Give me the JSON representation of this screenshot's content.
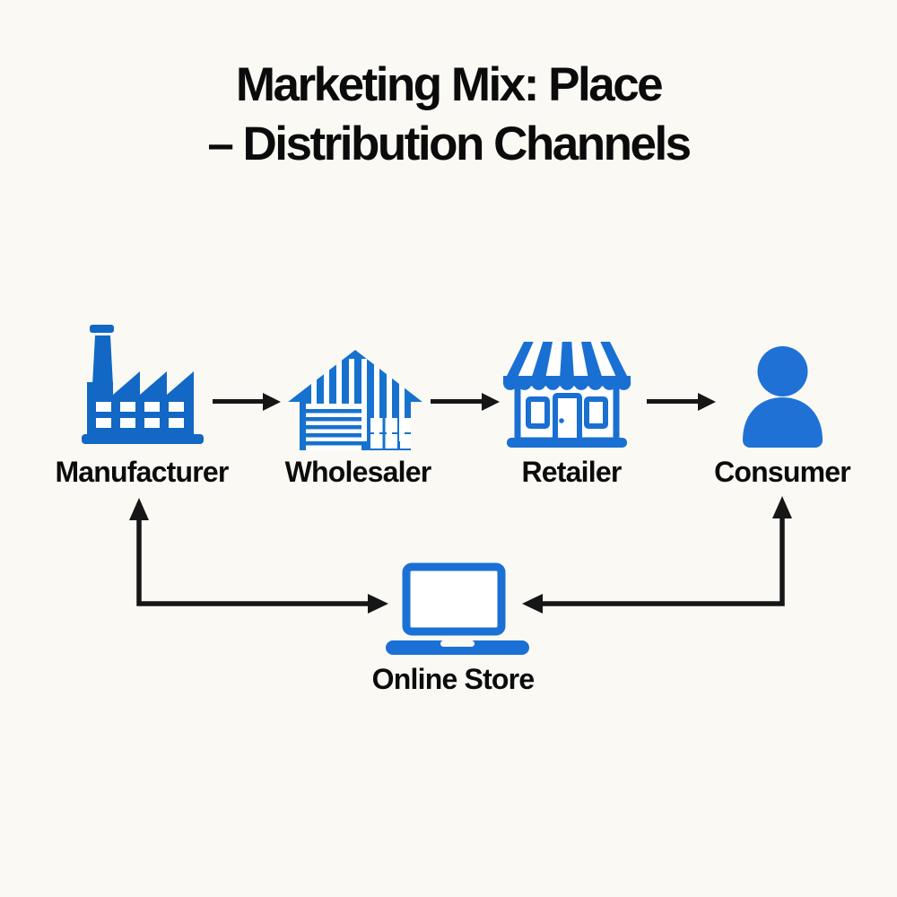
{
  "title": {
    "line1": "Marketing Mix: Place",
    "line2": "– Distribution Channels"
  },
  "nodes": [
    {
      "id": "manufacturer",
      "label": "Manufacturer",
      "icon": "factory-icon"
    },
    {
      "id": "wholesaler",
      "label": "Wholesaler",
      "icon": "warehouse-icon"
    },
    {
      "id": "retailer",
      "label": "Retailer",
      "icon": "storefront-icon"
    },
    {
      "id": "consumer",
      "label": "Consumer",
      "icon": "person-icon"
    }
  ],
  "online_store": {
    "label": "Online Store",
    "icon": "laptop-icon"
  },
  "edges": [
    {
      "from": "Manufacturer",
      "to": "Wholesaler",
      "style": "straight-arrow-right"
    },
    {
      "from": "Wholesaler",
      "to": "Retailer",
      "style": "straight-arrow-right"
    },
    {
      "from": "Retailer",
      "to": "Consumer",
      "style": "straight-arrow-right"
    },
    {
      "from": "Manufacturer",
      "to": "Online Store",
      "style": "elbow",
      "arrowheads": "both-ends"
    },
    {
      "from": "Online Store",
      "to": "Consumer",
      "style": "elbow",
      "arrowheads": "both-ends"
    }
  ],
  "colors": {
    "factory_blue": "#1268c4",
    "warehouse_blue": "#1672ce",
    "storefront_blue": "#1a6fd3",
    "person_blue": "#2071d6",
    "laptop_blue": "#1b70d6",
    "arrow_black": "#161616",
    "text": "#0c0c0c",
    "background": "#faf9f4"
  }
}
